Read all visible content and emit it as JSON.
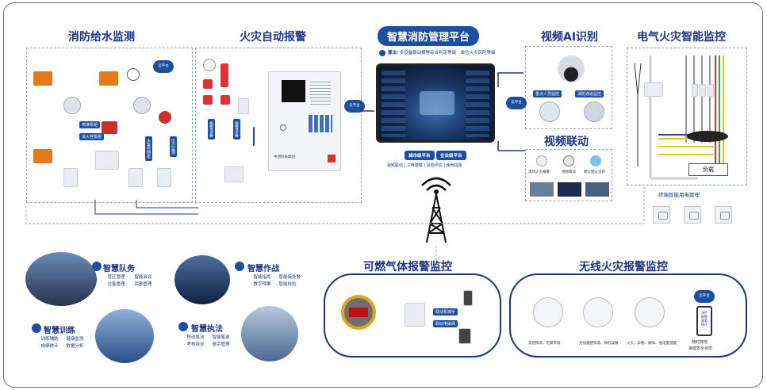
{
  "center": {
    "title": "智慧消防管理平台",
    "subtitle_prefix": "算法",
    "subtitle": "/ 多设备联动报警综合判定等级　单位火灾风险等级",
    "btn_city": "城市级平台",
    "btn_industry": "企业级平台",
    "features": "视频联动 | 三维建模 | 风险评估 | 鱼骨指挥"
  },
  "water": {
    "title": "消防给水监测",
    "cloud": "云平台",
    "tag1": "喷淋泵组",
    "tag2": "消火栓泵组",
    "vtag1": "水泵控制柜",
    "vtag2": "压力监测"
  },
  "fire": {
    "title": "火灾自动报警",
    "cloud": "云平台",
    "vtag": "报警设备",
    "brand": "中消科技集团"
  },
  "video_ai": {
    "title": "视频AI识别",
    "cloud": "云平台",
    "lbl1": "重点人员监控",
    "lbl2": "消防通道监控"
  },
  "video_link": {
    "title": "视频联动",
    "lbl1": "现场火灾报警",
    "lbl2": "视频联动",
    "lbl3": "明火烟火识别"
  },
  "electric": {
    "title": "电气火灾智能监控",
    "load": "负载",
    "terminal": "终端智能用电管理"
  },
  "gas": {
    "title": "可燃气体报警监控",
    "tag1": "联动机械手",
    "tag2": "联动电磁阀"
  },
  "wireless": {
    "title": "无线火灾报警监控",
    "lbl1": "温感探测、无需布线",
    "lbl2": "无线烟感探测、降低误报",
    "lbl3": "火灾、异物、故障、低电量提醒",
    "cloud": "云平台",
    "app": "APP\n报警\n查看\n统计",
    "app_lbl1": "随时随地",
    "app_lbl2": "掌握安全状态"
  },
  "modules": [
    {
      "title": "智慧队务",
      "items": [
        "· 营区管理",
        "· 智能会议",
        "· 访客管理",
        "· 后勤管理"
      ]
    },
    {
      "title": "智慧作战",
      "items": [
        "· 智能指挥",
        "· 智能接处警",
        "· 数字预案",
        "· 智能抢险"
      ]
    },
    {
      "title": "智慧训练",
      "items": [
        "· 训练辅助",
        "· 健康监测",
        "· 成绩统计",
        "· 数据分析"
      ]
    },
    {
      "title": "智慧执法",
      "items": [
        "· 移动执法",
        "· 智能笔录",
        "· 考核培训",
        "· 卷宗管理"
      ]
    }
  ],
  "colors": {
    "brand": "#1d4fa0",
    "title": "#1d3585",
    "accent": "#e37b1c"
  }
}
